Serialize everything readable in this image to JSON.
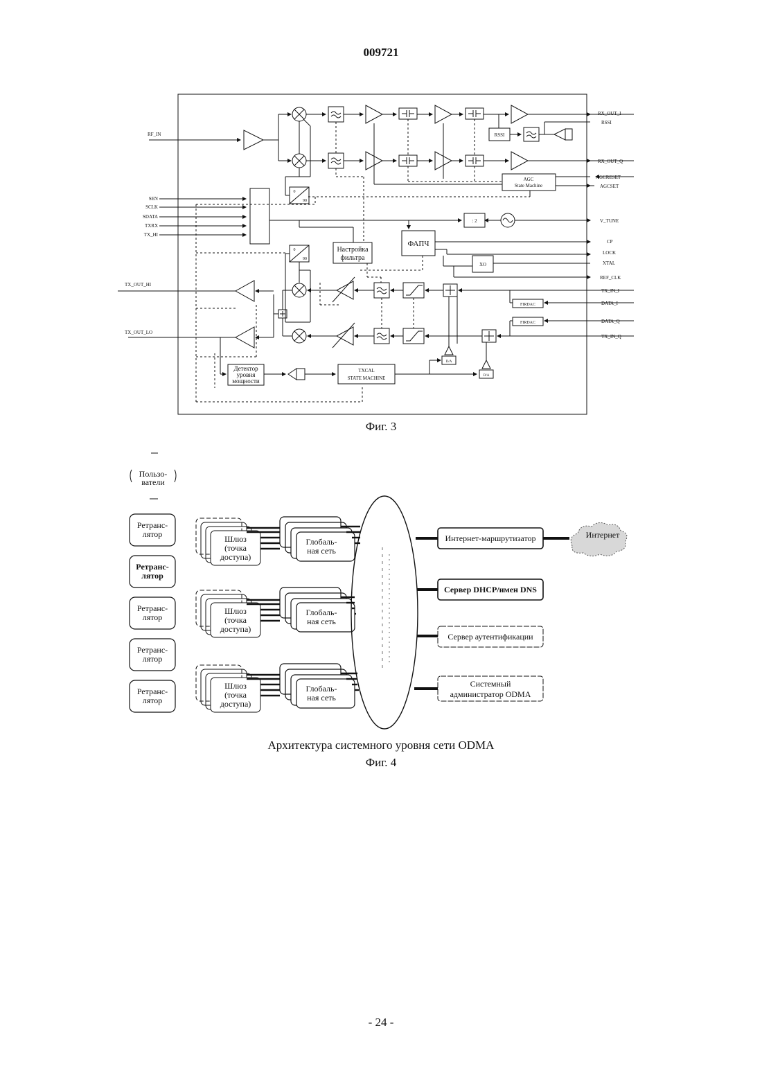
{
  "header": {
    "doc_number": "009721"
  },
  "figure3": {
    "caption": "Фиг. 3",
    "left_signals": [
      "RF_IN",
      "SEN",
      "SCLK",
      "SDATA",
      "TXRX",
      "TX_HI",
      "TX_OUT_HI",
      "TX_OUT_LO"
    ],
    "right_signals": [
      "RX_OUT_I",
      "RSSI",
      "RX_OUT_Q",
      "AGCRESET",
      "AGCSET",
      "V_TUNE",
      "CP",
      "LOCK",
      "XTAL",
      "REF_CLK",
      "TX_IN_I",
      "DATA_I",
      "DATA_Q",
      "TX_IN_Q"
    ],
    "blocks": {
      "rssi": "RSSI",
      "agc_line1": "AGC",
      "agc_line2": "State Machine",
      "div2": ": 2",
      "pll": "ФАПЧ",
      "xo": "XO",
      "filter_line1": "Настройка",
      "filter_line2": "фильтра",
      "firdac_1": "FIRDAC",
      "firdac_2": "FIRDAC",
      "detector_line1": "Детектор",
      "detector_line2": "уровня",
      "detector_line3": "мощности",
      "txcal_line1": "TXCAL",
      "txcal_line2": "STATE MACHINE",
      "da_1": "D/A",
      "da_2": "D/A",
      "phase_top_a": "0",
      "phase_top_b": "90",
      "phase_bot_a": "0",
      "phase_bot_b": "90"
    }
  },
  "figure4": {
    "users_line1": "Пользо-",
    "users_line2": "ватели",
    "relays": [
      {
        "line1": "Ретранс-",
        "line2": "лятор"
      },
      {
        "line1": "Ретранс-",
        "line2": "лятор"
      },
      {
        "line1": "Ретранс-",
        "line2": "лятор"
      },
      {
        "line1": "Ретранс-",
        "line2": "лятор"
      },
      {
        "line1": "Ретранс-",
        "line2": "лятор"
      }
    ],
    "gateway": {
      "line1": "Шлюз",
      "line2": "(точка",
      "line3": "доступа)"
    },
    "global_net": {
      "line1": "Глобаль-",
      "line2": "ная сеть"
    },
    "servers": {
      "router": "Интернет-маршрутизатор",
      "dhcp": "Сервер DHCP/имен DNS",
      "auth": "Сервер аутентификации",
      "admin_line1": "Системный",
      "admin_line2": "администратор ODMA"
    },
    "internet": "Интернет",
    "title": "Архитектура системного уровня сети ODMA",
    "caption": "Фиг. 4"
  },
  "footer": {
    "page": "- 24 -"
  }
}
